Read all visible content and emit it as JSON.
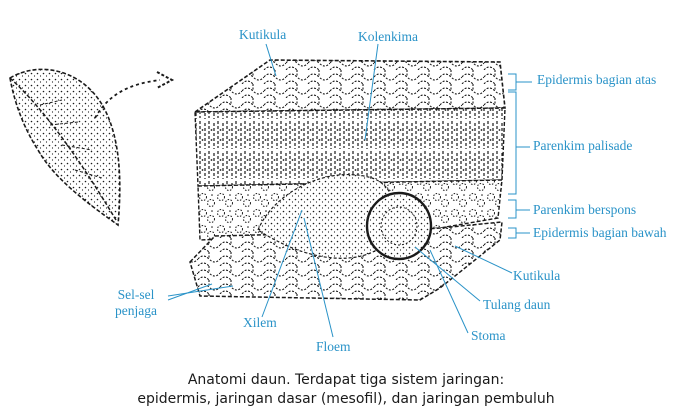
{
  "colors": {
    "label": "#2a93c8",
    "line": "#2a93c8",
    "ink": "#1a1a1a"
  },
  "labels": {
    "kutikula_top": "Kutikula",
    "kolenkima": "Kolenkima",
    "epidermis_atas": "Epidermis bagian atas",
    "parenkim_palisade": "Parenkim palisade",
    "parenkim_berspons": "Parenkim berspons",
    "epidermis_bawah": "Epidermis bagian bawah",
    "kutikula_bottom": "Kutikula",
    "tulang_daun": "Tulang daun",
    "stoma": "Stoma",
    "sel_sel_penjaga": "Sel-sel\npenjaga",
    "xilem": "Xilem",
    "floem": "Floem"
  },
  "caption": {
    "line1": "Anatomi daun. Terdapat tiga sistem jaringan:",
    "line2": "epidermis, jaringan dasar (mesofil), dan jaringan pembuluh"
  }
}
